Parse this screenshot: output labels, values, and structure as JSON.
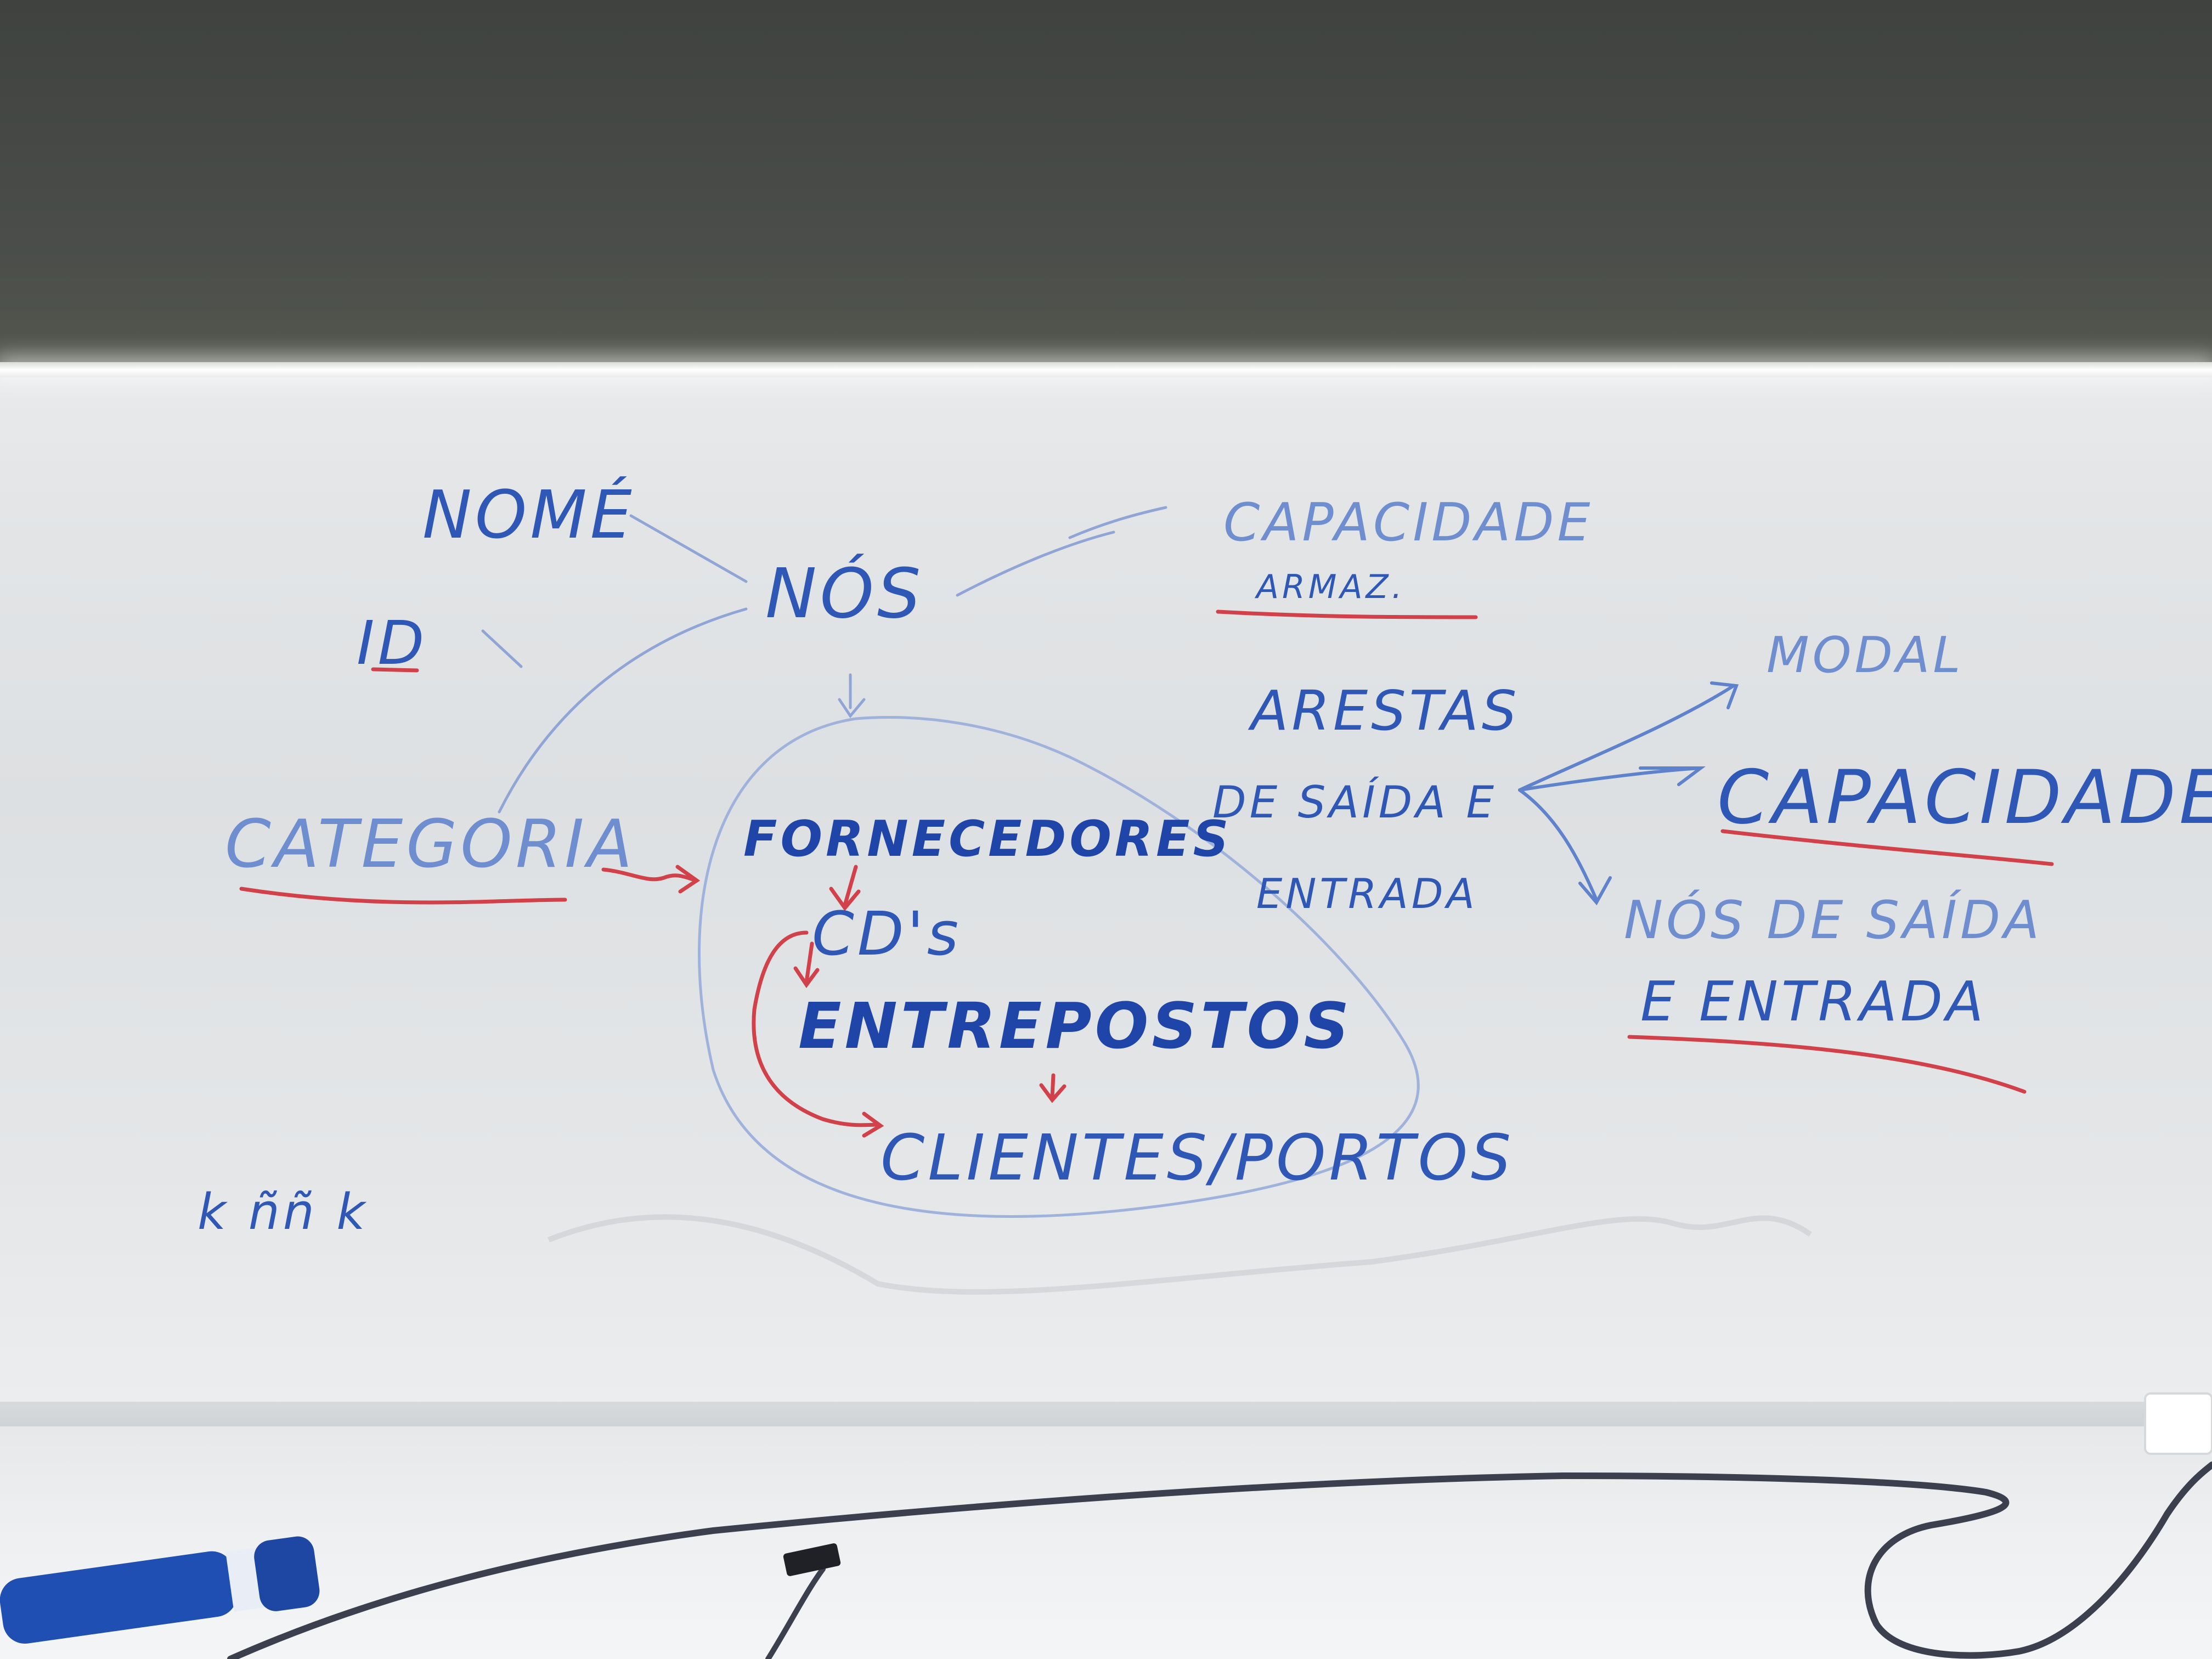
{
  "whiteboard": {
    "left_cluster": {
      "nome": "NOMÉ",
      "id": "ID",
      "categoria": "CATEGORIA",
      "nos": "NÓS",
      "capacidade": "CAPACIDADE",
      "armaz": "ARMAZ."
    },
    "center_list": {
      "fornecedores": "FORNECEDORES",
      "cds": "CD's",
      "entrepostos": "ENTREPOSTOS",
      "clientes_portos": "CLIENTES/PORTOS"
    },
    "right_cluster": {
      "arestas": "ARESTAS",
      "de_saida_e": "DE SAÍDA E",
      "entrada": "ENTRADA",
      "modal": "MODAL",
      "capacidade": "CAPACIDADE",
      "nos_de_saida": "NÓS DE SAÍDA",
      "e_entrada": "E ENTRADA"
    },
    "scribble": "k  ññ  k"
  },
  "colors": {
    "marker_blue": "#2f57b5",
    "marker_red": "#d2404a",
    "cable": "#3b3f4e",
    "marker_pen": "#1f4fb3"
  }
}
